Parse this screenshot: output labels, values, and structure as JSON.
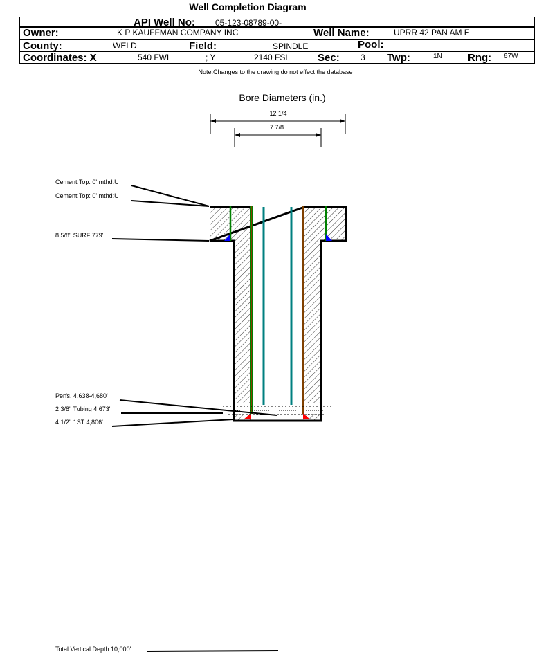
{
  "title": "Well Completion Diagram",
  "header": {
    "api_label": "API Well No:",
    "api_value": "05-123-08789-00-",
    "owner_label": "Owner:",
    "owner_value": "K P KAUFFMAN COMPANY INC",
    "well_name_label": "Well Name:",
    "well_name_value": "UPRR 42 PAN AM E",
    "county_label": "County:",
    "county_value": "WELD",
    "field_label": "Field:",
    "field_value": "SPINDLE",
    "pool_label": "Pool:",
    "coord_label": "Coordinates: X",
    "x_value": "540 FWL",
    "y_label": "; Y",
    "y_value": "2140 FSL",
    "sec_label": "Sec:",
    "sec_value": "3",
    "twp_label": "Twp:",
    "twp_value": "1N",
    "rng_label": "Rng:",
    "rng_value": "67W"
  },
  "note": "Note:Changes to the drawing do not effect the database",
  "diagram": {
    "bore_title": "Bore Diameters (in.)",
    "bore_outer": "12 1/4",
    "bore_inner": "7 7/8",
    "labels": {
      "cement_top_1": "Cement Top: 0' mthd:U",
      "cement_top_2": "Cement Top: 0' mthd:U",
      "surface_casing": "8 5/8\" SURF 779'",
      "perfs": "Perfs. 4,638-4,680'",
      "tubing": "2 3/8\" Tubing 4,673'",
      "production_casing": "4 1/2\" 1ST 4,806'",
      "tvd": "Total Vertical Depth 10,000'"
    },
    "colors": {
      "casing": "#008000",
      "tubing": "#008080",
      "inner": "#ff0000",
      "cement_shoe_surface": "#0000ff",
      "cement_shoe_production": "#ff0000"
    }
  }
}
